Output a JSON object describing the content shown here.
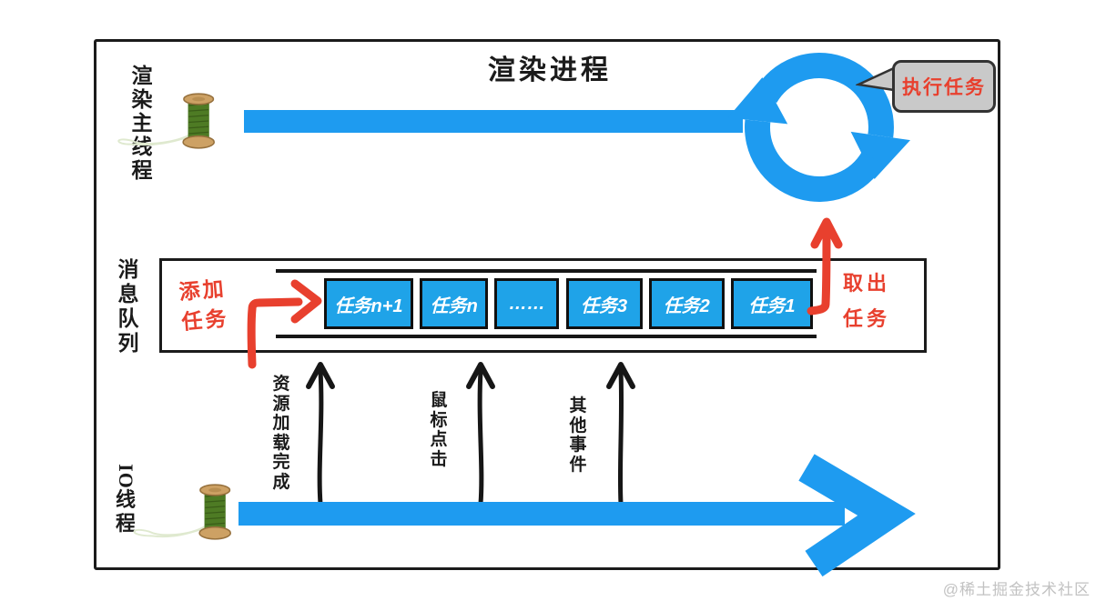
{
  "title": "渲染进程",
  "watermark": "@稀土掘金技术社区",
  "colors": {
    "arrow_blue": "#1e9bf0",
    "task_blue": "#1fa3e8",
    "red": "#e8402e",
    "bubble_gray": "#c9c9c9",
    "ink": "#1b1b1b"
  },
  "threads": {
    "render_main": {
      "label": "渲染主线程"
    },
    "io": {
      "label_io": "IO",
      "label_rest": "线程"
    }
  },
  "event_loop": {
    "bubble_label": "执行任务"
  },
  "queue": {
    "label": "消息队列",
    "add_line1": "添加",
    "add_line2": "任务",
    "takeout_line1": "取出",
    "takeout_line2": "任务",
    "tasks": [
      "任务n+1",
      "任务n",
      "……",
      "任务3",
      "任务2",
      "任务1"
    ]
  },
  "events": [
    {
      "label": "资源加载完成"
    },
    {
      "label": "鼠标点击"
    },
    {
      "label": "其他事件"
    }
  ]
}
